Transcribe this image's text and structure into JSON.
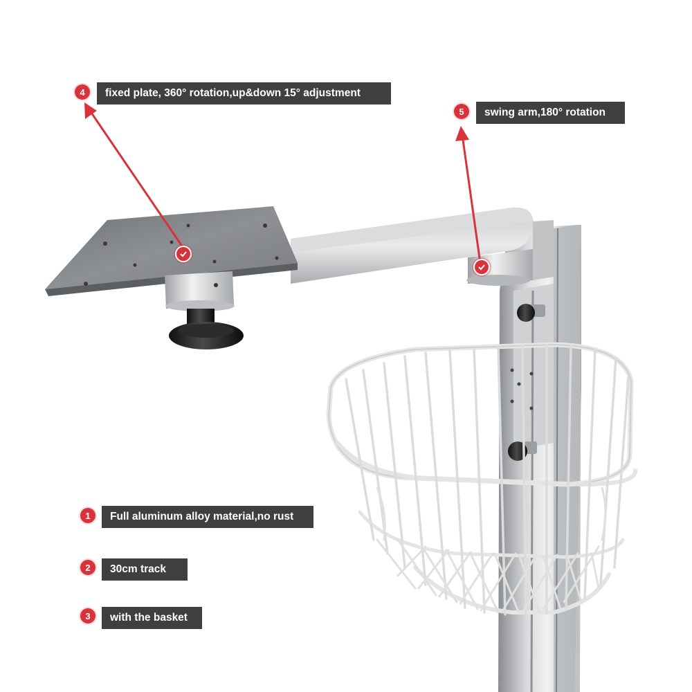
{
  "colors": {
    "accent": "#d8323a",
    "label_bg": "#3f3f3f",
    "label_text": "#ffffff"
  },
  "callouts": [
    {
      "number": "4",
      "text": "fixed plate, 360° rotation,up&down 15° adjustment"
    },
    {
      "number": "5",
      "text": "swing arm,180° rotation"
    }
  ],
  "features": [
    {
      "number": "1",
      "text": "Full aluminum alloy material,no rust"
    },
    {
      "number": "2",
      "text": "30cm track"
    },
    {
      "number": "3",
      "text": "with the basket"
    }
  ],
  "icons": {
    "marker": "check-marker-icon"
  }
}
